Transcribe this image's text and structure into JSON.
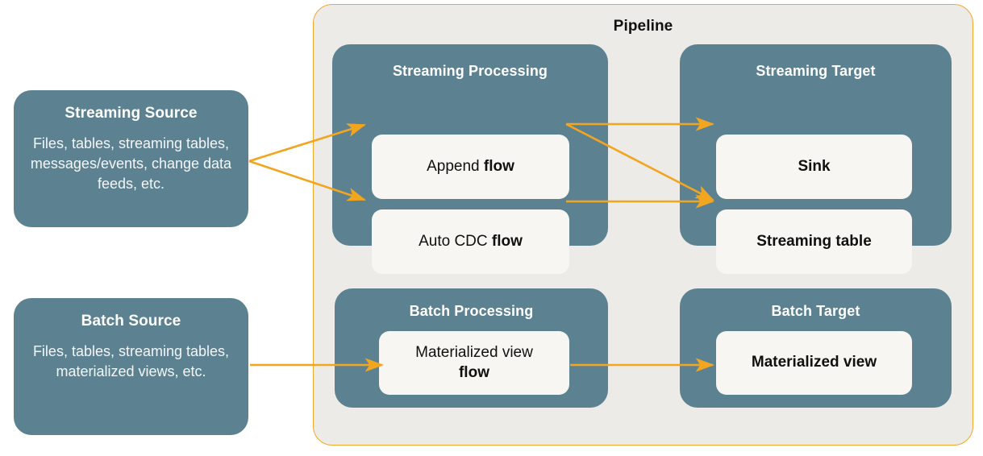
{
  "pipeline": {
    "label": "Pipeline",
    "border_color": "#F0A828",
    "bg_color": "#EDEBE7"
  },
  "colors": {
    "teal": "#5C8292",
    "card": "#F7F6F2",
    "arrow": "#F2A51E",
    "text_dark": "#12100E",
    "text_light": "#FFFFFF"
  },
  "sources": [
    {
      "name": "streaming-source",
      "title": "Streaming Source",
      "description": "Files, tables, streaming tables, messages/events, change data feeds, etc."
    },
    {
      "name": "batch-source",
      "title": "Batch Source",
      "description": "Files, tables, streaming tables, materialized views, etc."
    }
  ],
  "groups": [
    {
      "name": "streaming-processing",
      "title": "Streaming Processing",
      "cards": [
        {
          "name": "append-flow-card",
          "text_normal": "Append ",
          "text_bold": "flow"
        },
        {
          "name": "auto-cdc-flow-card",
          "text_normal": "Auto CDC ",
          "text_bold": "flow"
        }
      ]
    },
    {
      "name": "streaming-target",
      "title": "Streaming Target",
      "cards": [
        {
          "name": "sink-card",
          "text_bold": "Sink"
        },
        {
          "name": "streaming-table-card",
          "text_bold": "Streaming table"
        }
      ]
    },
    {
      "name": "batch-processing",
      "title": "Batch Processing",
      "cards": [
        {
          "name": "materialized-view-flow-card",
          "text_normal": "Materialized view",
          "text_bold": "flow"
        }
      ]
    },
    {
      "name": "batch-target",
      "title": "Batch Target",
      "cards": [
        {
          "name": "materialized-view-card",
          "text_bold": "Materialized view"
        }
      ]
    }
  ]
}
